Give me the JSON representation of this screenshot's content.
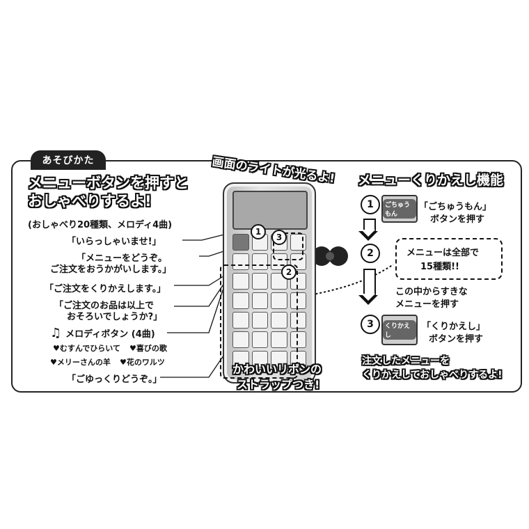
{
  "tab": {
    "label": "あそびかた"
  },
  "left": {
    "heading_line1": "メニューボタンを押すと",
    "heading_line2": "おしゃべりするよ!",
    "subtitle": "(おしゃべり20種類、メロディ4曲)",
    "phrases": [
      "「いらっしゃいませ!」",
      "「メニューをどうぞ。",
      "ご注文をおうかがいします。」",
      "「ご注文をくりかえします。」",
      "「ご注文のお品は以上で",
      "おそろいでしょうか?」"
    ],
    "melody_label": "メロディボタン (4曲)",
    "songs": [
      "♥むすんでひらいて",
      "♥喜びの歌",
      "♥メリーさんの羊",
      "♥花のワルツ"
    ],
    "last_phrase": "「ごゆっくりどうぞ。」"
  },
  "device": {
    "callout_top": "画面のライトが光るよ!",
    "callout_bottom_line1": "かわいいリボンの",
    "callout_bottom_line2": "ストラップつき!",
    "markers": [
      "1",
      "3",
      "2"
    ]
  },
  "right": {
    "heading": "メニューくりかえし機能",
    "step1_num": "1",
    "step1_thumb": "ごちゅうもん",
    "step1_line1": "「ごちゅうもん」",
    "step1_line2": "ボタンを押す",
    "step2_num": "2",
    "bubble_line1": "メニューは全部で",
    "bubble_line2": "15種類!!",
    "step2_line1": "この中からすきな",
    "step2_line2": "メニューを押す",
    "step3_num": "3",
    "step3_thumb": "くりかえし",
    "step3_line1": "「くりかえし」",
    "step3_line2": "ボタンを押す",
    "footer_line1": "注文したメニューを",
    "footer_line2": "くりかえしておしゃべりするよ!"
  }
}
